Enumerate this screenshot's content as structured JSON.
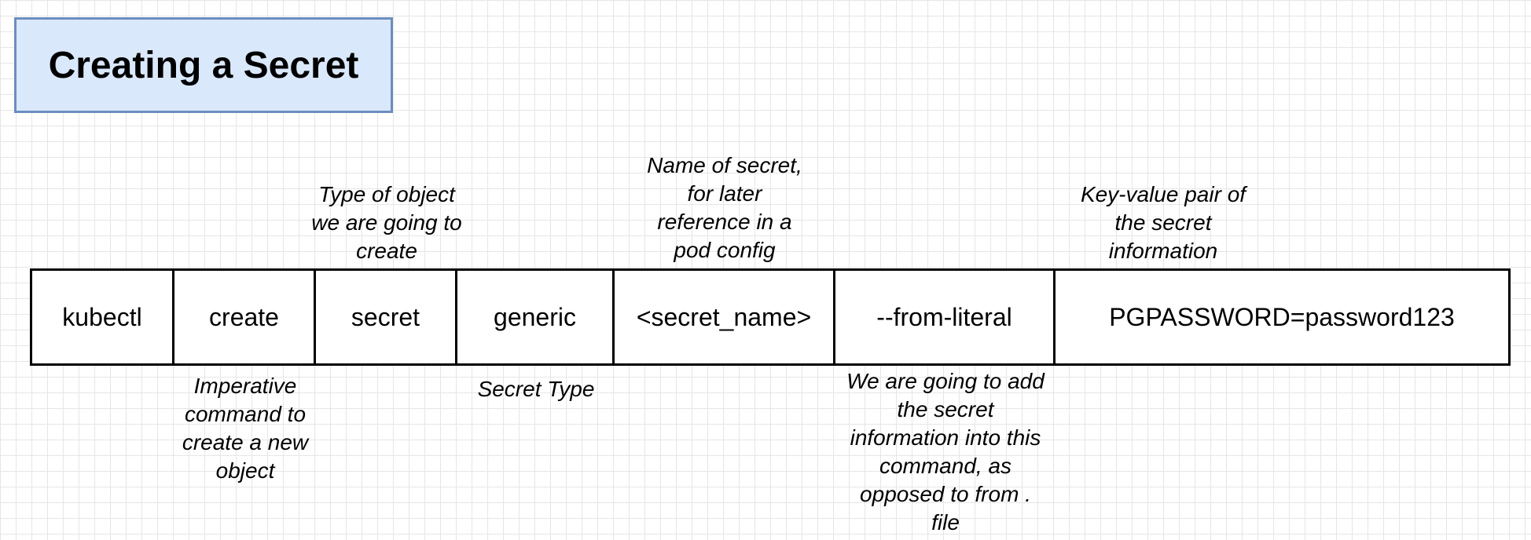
{
  "title": "Creating a Secret",
  "command": {
    "segments": [
      "kubectl",
      "create",
      "secret",
      "generic",
      "<secret_name>",
      "--from-literal",
      "PGPASSWORD=password123"
    ]
  },
  "annotations": {
    "object_type": "Type of object\nwe are going to\ncreate",
    "secret_name": "Name of secret,\nfor later\nreference in a\npod config",
    "key_value": "Key-value pair of\nthe secret\ninformation",
    "imperative": "Imperative\ncommand to\ncreate a new\nobject",
    "secret_type": "Secret Type",
    "from_literal": "We are going to add\nthe secret\ninformation into this\ncommand, as\nopposed to from .\nfile"
  },
  "colors": {
    "title_fill": "#dae8fc",
    "title_border": "#6c8ebf",
    "grid": "#e6e6e6"
  }
}
